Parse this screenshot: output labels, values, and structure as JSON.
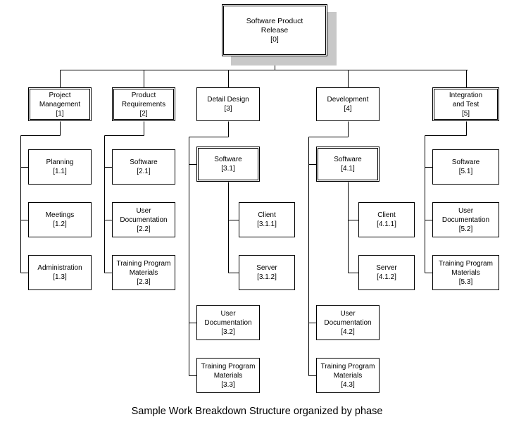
{
  "root": {
    "lines": [
      "Software Product",
      "Release",
      "[0]"
    ]
  },
  "phases": [
    {
      "lines": [
        "Project",
        "Management",
        "[1]"
      ],
      "children": [
        {
          "lines": [
            "Planning",
            "[1.1]"
          ]
        },
        {
          "lines": [
            "Meetings",
            "[1.2]"
          ]
        },
        {
          "lines": [
            "Administration",
            "[1.3]"
          ]
        }
      ]
    },
    {
      "lines": [
        "Product",
        "Requirements",
        "[2]"
      ],
      "children": [
        {
          "lines": [
            "Software",
            "[2.1]"
          ]
        },
        {
          "lines": [
            "User",
            "Documentation",
            "[2.2]"
          ]
        },
        {
          "lines": [
            "Training Program",
            "Materials",
            "[2.3]"
          ]
        }
      ]
    },
    {
      "lines": [
        "Detail Design",
        "[3]"
      ],
      "children": [
        {
          "lines": [
            "Software",
            "[3.1]"
          ],
          "children": [
            {
              "lines": [
                "Client",
                "[3.1.1]"
              ]
            },
            {
              "lines": [
                "Server",
                "[3.1.2]"
              ]
            }
          ]
        },
        {
          "lines": [
            "User",
            "Documentation",
            "[3.2]"
          ]
        },
        {
          "lines": [
            "Training Program",
            "Materials",
            "[3.3]"
          ]
        }
      ]
    },
    {
      "lines": [
        "Development",
        "[4]"
      ],
      "children": [
        {
          "lines": [
            "Software",
            "[4.1]"
          ],
          "children": [
            {
              "lines": [
                "Client",
                "[4.1.1]"
              ]
            },
            {
              "lines": [
                "Server",
                "[4.1.2]"
              ]
            }
          ]
        },
        {
          "lines": [
            "User",
            "Documentation",
            "[4.2]"
          ]
        },
        {
          "lines": [
            "Training Program",
            "Materials",
            "[4.3]"
          ]
        }
      ]
    },
    {
      "lines": [
        "Integration",
        "and Test",
        "[5]"
      ],
      "children": [
        {
          "lines": [
            "Software",
            "[5.1]"
          ]
        },
        {
          "lines": [
            "User",
            "Documentation",
            "[5.2]"
          ]
        },
        {
          "lines": [
            "Training Program",
            "Materials",
            "[5.3]"
          ]
        }
      ]
    }
  ],
  "caption": "Sample Work Breakdown Structure organized by phase"
}
